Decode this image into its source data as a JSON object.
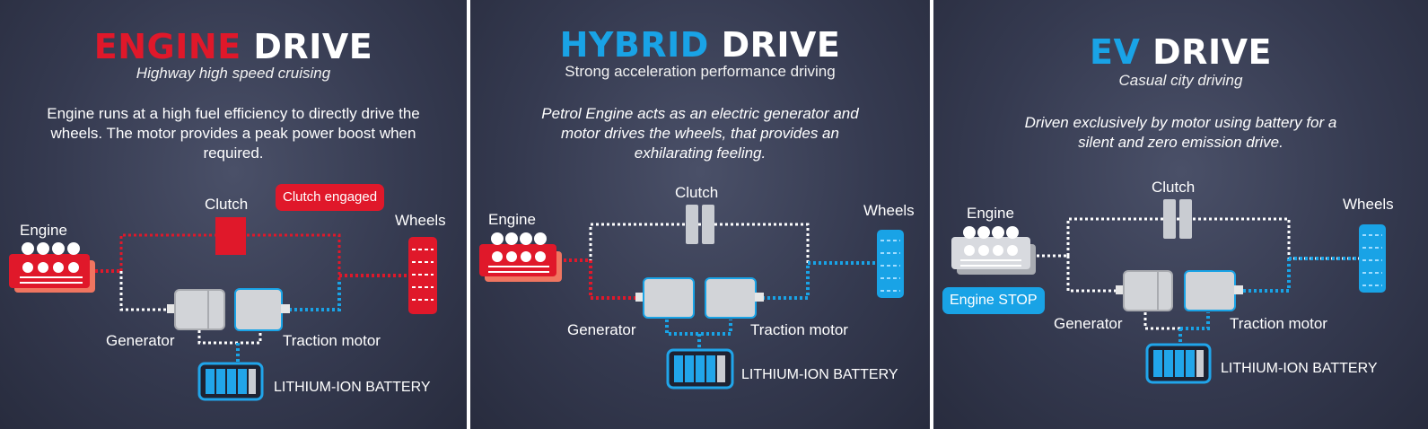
{
  "colors": {
    "engine_red": "#e0182a",
    "ev_blue": "#19a3e6",
    "gray_part": "#d2d4d8",
    "battery_blue": "#21a5ea",
    "divider": "#ffffff"
  },
  "panels": [
    {
      "title_accent": "ENGINE",
      "title_rest": " DRIVE",
      "accent_color": "#e0182a",
      "subtitle": "Highway high speed cruising",
      "description": "Engine runs at a high fuel efficiency to directly drive the wheels. The motor provides a peak power boost when required.",
      "labels": {
        "engine": "Engine",
        "clutch": "Clutch",
        "wheels": "Wheels",
        "generator": "Generator",
        "traction_motor": "Traction motor",
        "battery": "LITHIUM-ION BATTERY"
      },
      "badge": "Clutch engaged",
      "icons": [
        "engine-icon",
        "clutch-icon",
        "wheels-icon",
        "generator-icon",
        "traction-motor-icon",
        "battery-icon"
      ]
    },
    {
      "title_accent": "HYBRID",
      "title_rest": " DRIVE",
      "accent_color": "#19a3e6",
      "subtitle": "Strong acceleration performance driving",
      "description": "Petrol Engine acts as an electric generator and motor drives the wheels, that provides an exhilarating feeling.",
      "labels": {
        "engine": "Engine",
        "clutch": "Clutch",
        "wheels": "Wheels",
        "generator": "Generator",
        "traction_motor": "Traction motor",
        "battery": "LITHIUM-ION BATTERY"
      }
    },
    {
      "title_accent": "EV",
      "title_rest": " DRIVE",
      "accent_color": "#19a3e6",
      "subtitle": "Casual city driving",
      "description": "Driven exclusively by motor using battery for a silent and zero emission drive.",
      "labels": {
        "engine": "Engine",
        "clutch": "Clutch",
        "wheels": "Wheels",
        "generator": "Generator",
        "traction_motor": "Traction motor",
        "battery": "LITHIUM-ION BATTERY"
      },
      "badge": "Engine STOP"
    }
  ]
}
